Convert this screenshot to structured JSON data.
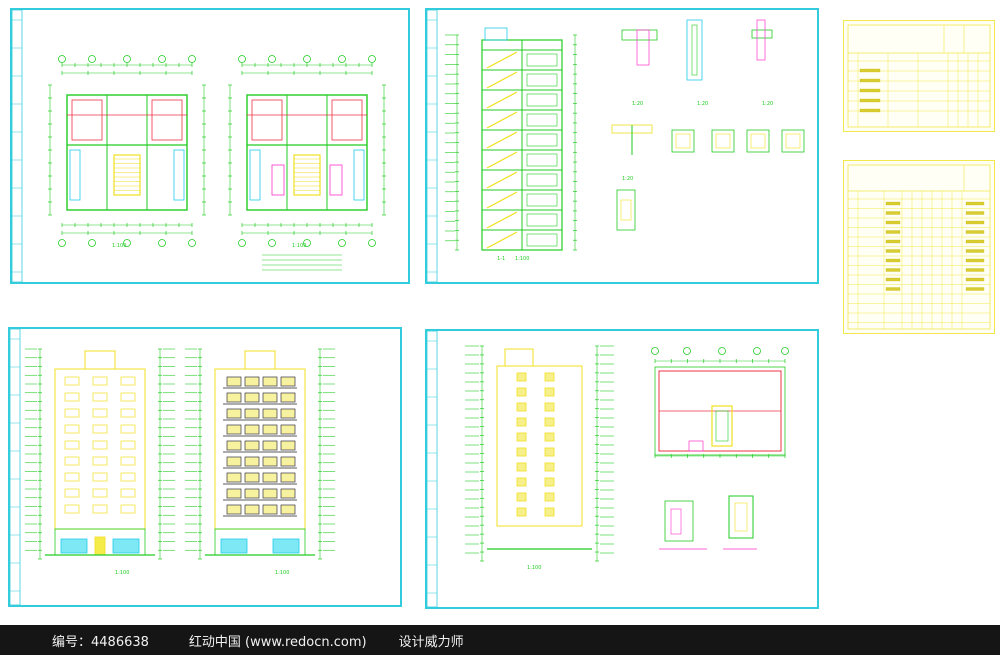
{
  "footer": {
    "code": "编号：4486638",
    "site": "红动中国 (www.redocn.com)",
    "tag": "设计威力师"
  },
  "colors": {
    "sheet_border": "#33ccdd",
    "titleblock_border": "#f2e84a",
    "drawing_green": "#22cc22",
    "drawing_yellow": "#f0e020",
    "drawing_red": "#ee3344",
    "drawing_magenta": "#ff33cc",
    "drawing_cyan": "#22ccee",
    "footer_bg": "#151515"
  },
  "sheets": [
    {
      "id": "floor-plans",
      "labels": [
        "1:100",
        "1:100"
      ]
    },
    {
      "id": "section-details",
      "labels": [
        "1-1",
        "1:100",
        "1:20",
        "1:20",
        "1:20",
        "1:20"
      ]
    },
    {
      "id": "front-back-elevations",
      "labels": [
        "1:100",
        "1:100"
      ]
    },
    {
      "id": "side-elevation-roof",
      "labels": [
        "1:100"
      ]
    }
  ],
  "icons": {
    "sheet-thumbnail": "blueprint-sheet",
    "titleblock": "table-grid"
  }
}
